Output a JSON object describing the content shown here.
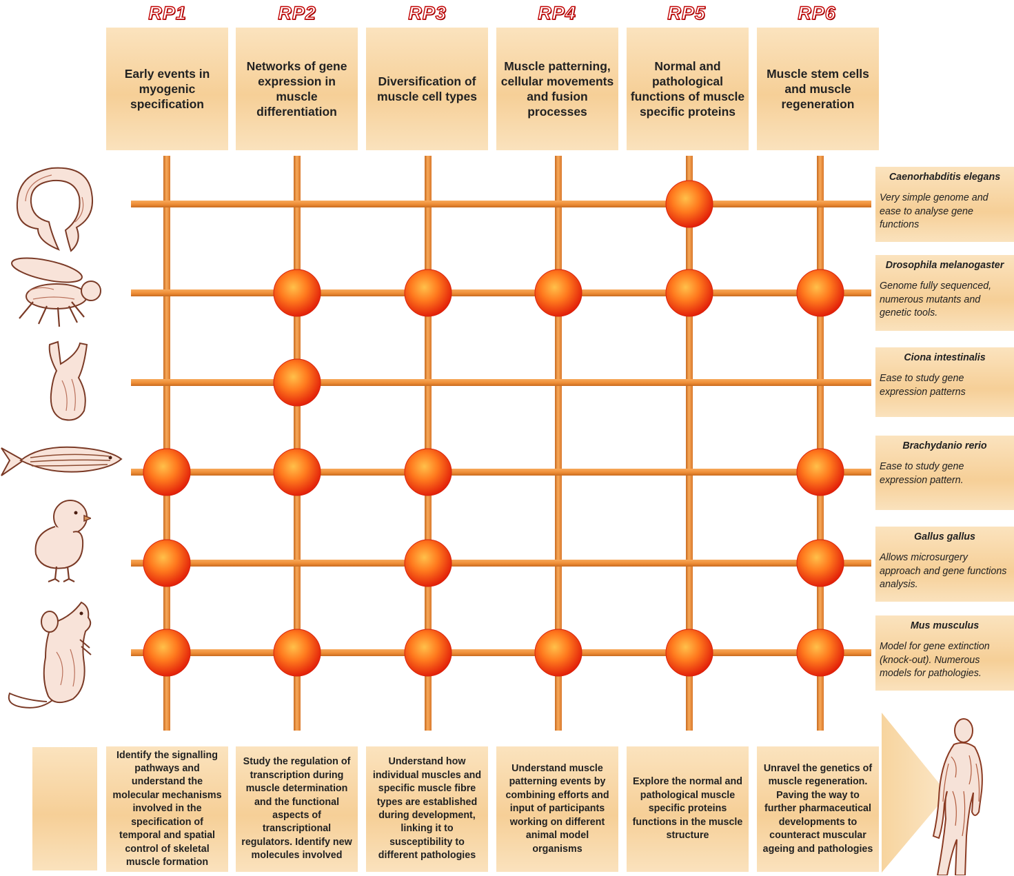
{
  "columns": [
    {
      "rp": "RP1",
      "title": "Early events in myogenic specification",
      "goal": "Identify the signalling pathways and understand the molecular mechanisms involved in the specification of temporal and spatial control of skeletal muscle formation"
    },
    {
      "rp": "RP2",
      "title": "Networks of gene expression in muscle differentiation",
      "goal": "Study the regulation of transcription during muscle determination and the functional aspects of transcriptional regulators. Identify new molecules involved"
    },
    {
      "rp": "RP3",
      "title": "Diversification of muscle cell types",
      "goal": "Understand how individual muscles and specific muscle fibre types are established during development, linking it to susceptibility to different pathologies"
    },
    {
      "rp": "RP4",
      "title": "Muscle patterning, cellular movements and fusion processes",
      "goal": "Understand muscle patterning events by combining efforts and input of participants working on different animal model organisms"
    },
    {
      "rp": "RP5",
      "title": "Normal and pathological functions of muscle specific proteins",
      "goal": "Explore the normal and pathological muscle specific proteins functions in the muscle structure"
    },
    {
      "rp": "RP6",
      "title": "Muscle stem cells and muscle regeneration",
      "goal": "Unravel the genetics of muscle regeneration. Paving the way to further pharmaceutical developments to counteract muscular ageing and pathologies"
    }
  ],
  "organisms": [
    {
      "name": "Caenorhabditis elegans",
      "description": "Very simple genome and ease to analyse gene functions",
      "icon": "worm-icon",
      "participates": [
        false,
        false,
        false,
        false,
        true,
        false
      ]
    },
    {
      "name": "Drosophila melanogaster",
      "description": "Genome fully sequenced, numerous mutants and genetic tools.",
      "icon": "fly-icon",
      "participates": [
        false,
        true,
        true,
        true,
        true,
        true
      ]
    },
    {
      "name": "Ciona intestinalis",
      "description": "Ease to study gene expression patterns",
      "icon": "sea-squirt-icon",
      "participates": [
        false,
        true,
        false,
        false,
        false,
        false
      ]
    },
    {
      "name": "Brachydanio rerio",
      "description": "Ease to study gene expression pattern.",
      "icon": "zebrafish-icon",
      "participates": [
        true,
        true,
        true,
        false,
        false,
        true
      ]
    },
    {
      "name": "Gallus gallus",
      "description": "Allows microsurgery approach and gene functions analysis.",
      "icon": "chick-icon",
      "participates": [
        true,
        false,
        true,
        false,
        false,
        true
      ]
    },
    {
      "name": "Mus musculus",
      "description": "Model for gene extinction (knock-out). Numerous models for pathologies.",
      "icon": "mouse-icon",
      "participates": [
        true,
        true,
        true,
        true,
        true,
        true
      ]
    }
  ],
  "decor": {
    "human_icon": "human-figure-icon",
    "arrow_icon": "arrow-right-icon"
  },
  "colors": {
    "bar": "#f0913b",
    "bar_edge": "#c86a1f",
    "node_center": "#ffb23a",
    "node_edge": "#e8200a",
    "box": "#f6cf97",
    "rp_label": "#c00000"
  }
}
